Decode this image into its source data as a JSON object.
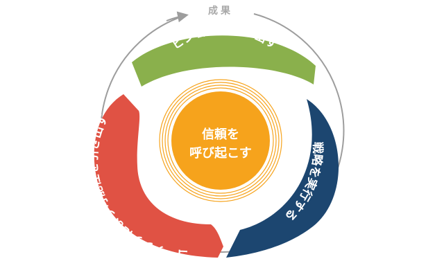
{
  "outer_label": "成果",
  "center": {
    "line1": "信頼を",
    "line2": "呼び起こす"
  },
  "segments": {
    "top": "ビジョンを創り出す",
    "right": "戦略を実行する",
    "left": "コーチングにより可能性を引き出す"
  },
  "colors": {
    "outer_ring": "#9d9d9d",
    "top_segment": "#8ab04c",
    "right_segment": "#1c4670",
    "left_segment": "#e05244",
    "center_fill": "#f6a31c",
    "center_rings": "#f6a31c",
    "outer_label": "#a8a8a8"
  }
}
